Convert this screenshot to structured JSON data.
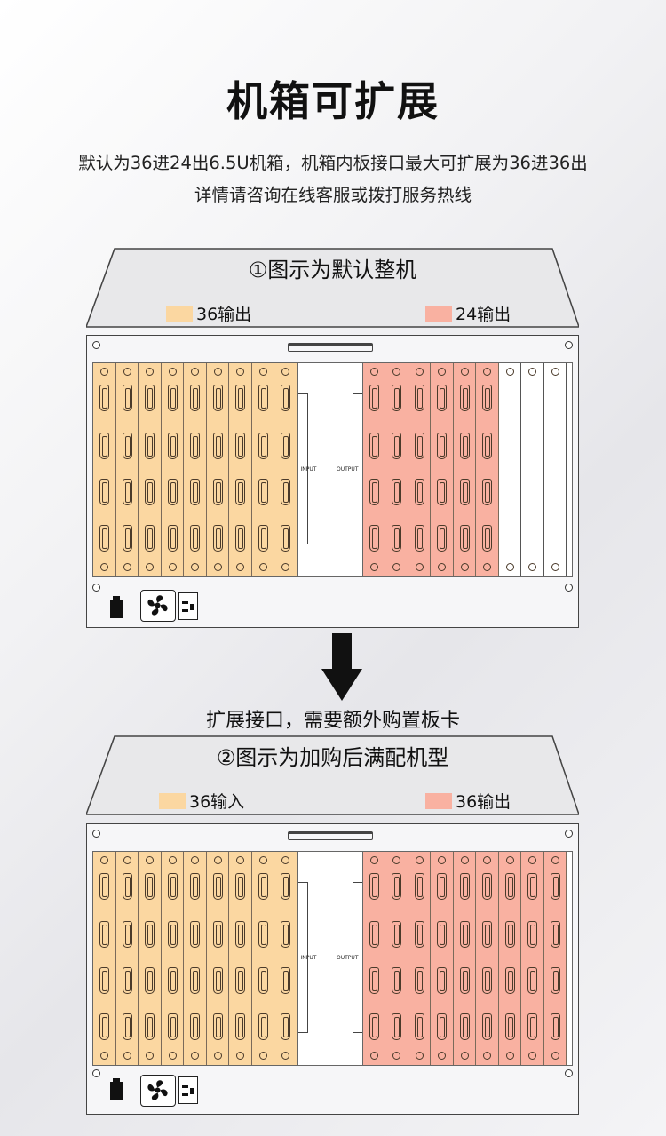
{
  "title": "机箱可扩展",
  "subtitle_line1": "默认为36进24出6.5U机箱，机箱内板接口最大可扩展为36进36出",
  "subtitle_line2": "详情请咨询在线客服或拨打服务热线",
  "middle_text": "扩展接口，需要额外购置板卡",
  "colors": {
    "input_card": "#fbd7a1",
    "output_card": "#f9b1a1",
    "blank_card": "#ffffff",
    "chassis_roof": "#e8e8ea"
  },
  "diagram1": {
    "caption": "①图示为默认整机",
    "legend_left": "36输出",
    "legend_right": "24输出",
    "input_cards": 9,
    "output_cards": 6,
    "blank_cards": 3,
    "control_labels": [
      "INPUT",
      "OUTPUT"
    ]
  },
  "diagram2": {
    "caption": "②图示为加购后满配机型",
    "legend_left": "36输入",
    "legend_right": "36输出",
    "input_cards": 9,
    "output_cards": 9,
    "blank_cards": 0,
    "control_labels": [
      "INPUT",
      "OUTPUT"
    ]
  },
  "icons": [
    "power-switch-icon",
    "fan-icon",
    "power-socket-icon",
    "down-arrow-icon"
  ]
}
